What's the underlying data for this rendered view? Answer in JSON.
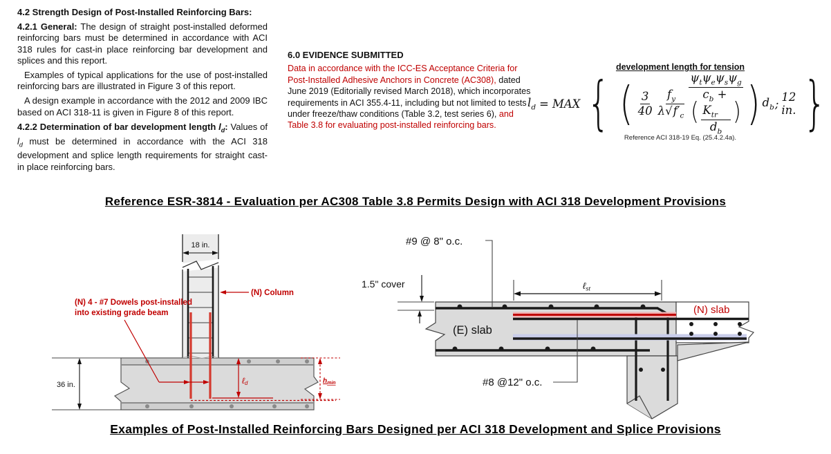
{
  "left_column": {
    "title": "4.2 Strength Design of Post-Installed Reinforcing Bars:",
    "p1_bold": "4.2.1 General:",
    "p1_text": " The design of straight post-installed deformed reinforcing bars must be determined in accordance with ACI 318 rules for cast-in place reinforcing bar development and splices and this report.",
    "p2_text": "Examples of typical applications for the use of post-installed reinforcing bars are illustrated in Figure 3 of this report.",
    "p3_text": "A design example in accordance with the 2012 and 2009 IBC based on ACI 318-11 is given in Figure 8 of this report.",
    "p4_bold_pre": "4.2.2 Determination of bar development length ",
    "p4_bold_sym": "l",
    "p4_bold_sub": "d",
    "p4_bold_post": ":",
    "p4_text_pre": " Values of ",
    "p4_sym": "l",
    "p4_sub": "d",
    "p4_text_post": " must be determined in accordance with the ACI 318 development and splice length requirements for straight cast-in place reinforcing bars."
  },
  "evidence": {
    "heading": "6.0 EVIDENCE SUBMITTED",
    "red1": "Data in accordance with the ICC-ES Acceptance Criteria for Post-Installed Adhesive Anchors in Concrete (AC308),",
    "black1": " dated June 2019 (Editorially revised March 2018), which incorporates requirements in ACI 355.4-11, including but not limited to tests under freeze/thaw conditions (Table 3.2, test series 6),",
    "red2": " and Table 3.8 for evaluating post-installed reinforcing bars."
  },
  "equation": {
    "title": "development length for tension",
    "lhs_main": "l",
    "lhs_sub": "d",
    "equals": "=",
    "operator": "MAX",
    "brace_open": "{",
    "brace_close": "}",
    "paren_open": "(",
    "paren_close": ")",
    "frac1_num": "3",
    "frac1_den": "40",
    "frac2_num_main": "f",
    "frac2_num_sub": "y",
    "frac2_den_lambda": "λ",
    "frac2_den_sqrt": "√",
    "frac2_den_main": "f′",
    "frac2_den_sub": "c",
    "psi_1": "ψ",
    "psi_1_sub": "t",
    "psi_2": "ψ",
    "psi_2_sub": "e",
    "psi_3": "ψ",
    "psi_3_sub": "s",
    "psi_4": "ψ",
    "psi_4_sub": "g",
    "inner_paren_open": "(",
    "inner_paren_close": ")",
    "inner_num_c": "c",
    "inner_num_c_sub": "b",
    "inner_num_plus": " + ",
    "inner_num_k": "K",
    "inner_num_k_sub": "tr",
    "inner_den_main": "d",
    "inner_den_sub": "b",
    "db_main": "d",
    "db_sub": "b",
    "semicolon": ";",
    "limit": "12 in.",
    "reference": "Reference ACI 318-19 Eq.  (25.4.2.4a)."
  },
  "caption_top": "Reference ESR-3814 - Evaluation per AC308 Table 3.8 Permits Design with ACI 318 Development Provisions",
  "caption_bottom": "Examples of Post-Installed Reinforcing Bars Designed per ACI 318 Development and Splice Provisions",
  "left_diagram": {
    "dim_width": "18 in.",
    "column_label": "(N) Column",
    "dowels_label_1": "(N) 4 - #7 Dowels post-installed",
    "dowels_label_2": "into existing grade beam",
    "dim_depth": "36 in.",
    "ld_main": "ℓ",
    "ld_sub": "d",
    "hmin_main": "h",
    "hmin_sub": "min"
  },
  "right_diagram": {
    "top_bar_label": "#9 @ 8\" o.c.",
    "cover_label": "1.5\" cover",
    "lst_main": "ℓ",
    "lst_sub": "st",
    "new_slab_label": "(N) slab",
    "existing_slab_label": "(E) slab",
    "bottom_bar_label": "#8 @12\" o.c."
  },
  "colors": {
    "label_red": "#c00000",
    "dowel_red": "#d43a2f",
    "concrete_gray": "#dbdbdb",
    "concrete_dark_strip": "#cfcfcf",
    "rebar_black": "#1a1a1a",
    "highlight_pink": "#efb3b3",
    "highlight_lavender": "#c9cdea"
  }
}
